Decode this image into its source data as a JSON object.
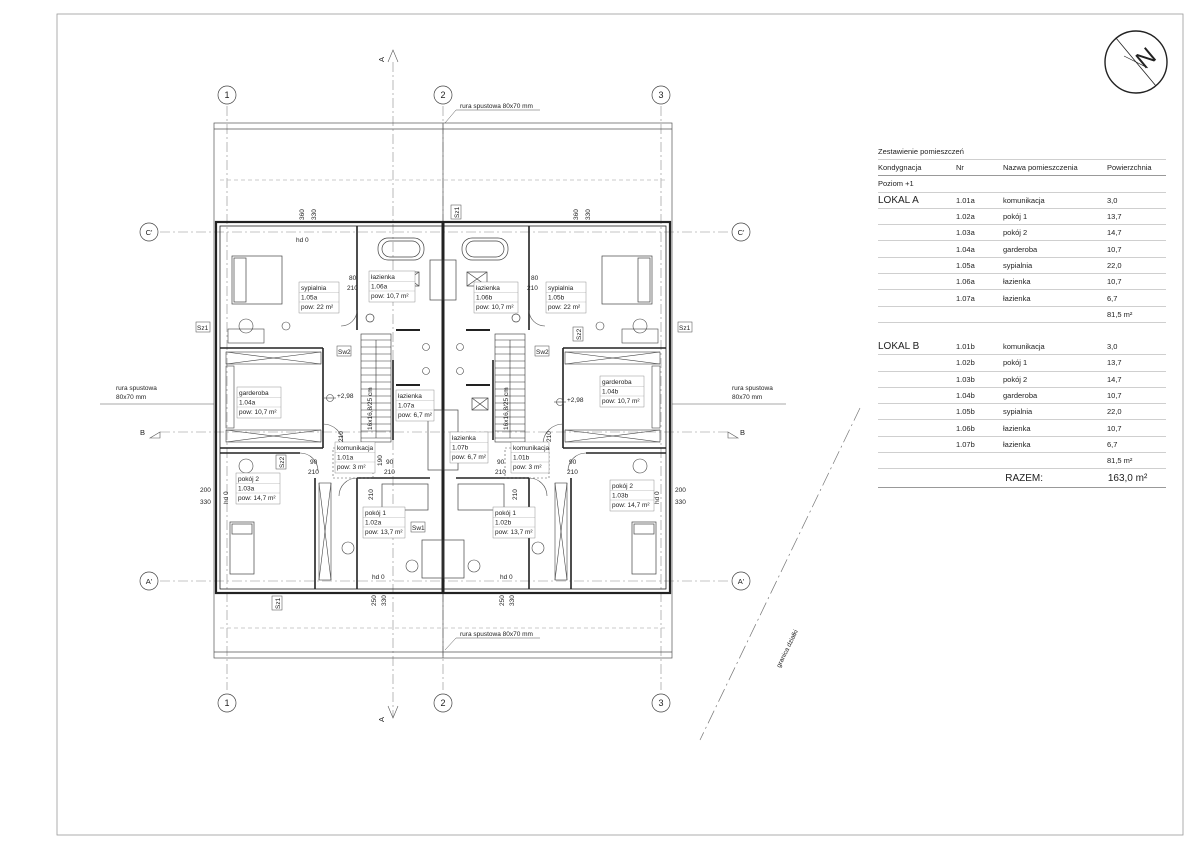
{
  "drawing": {
    "axis_letters_top": "A",
    "axis_letters_bottom": "A",
    "grid_numbers": [
      "1",
      "2",
      "3"
    ],
    "grid_letters": {
      "c": "C'",
      "a": "A'",
      "b": "B"
    },
    "pipe_top": "rura spustowa 80x70 mm",
    "pipe_bottom": "rura spustowa 80x70 mm",
    "pipe_side_1": "rura spustowa",
    "pipe_side_2": "80x70 mm",
    "boundary_label": "granica działki",
    "level_mark": "+2,98",
    "hd_label": "hd 0",
    "dims": {
      "d360": "360",
      "d330": "330",
      "d250": "250",
      "d200": "200",
      "d80": "80",
      "d90": "90",
      "d210": "210",
      "d190": "190"
    },
    "window_codes": {
      "sz1": "Sz1",
      "sz2": "Sz2",
      "sw1": "Sw1",
      "sw2": "Sw2"
    },
    "stair_note": "16x16,8/25 cm",
    "rooms": {
      "sypialnia_a": [
        "sypialnia",
        "1.05a",
        "pow: 22 m²"
      ],
      "lazienka_a": [
        "łazienka",
        "1.06a",
        "pow: 10,7 m²"
      ],
      "lazienka_b": [
        "łazienka",
        "1.06b",
        "pow: 10,7 m²"
      ],
      "sypialnia_b": [
        "sypialnia",
        "1.05b",
        "pow: 22 m²"
      ],
      "garderoba_a": [
        "garderoba",
        "1.04a",
        "pow: 10,7 m²"
      ],
      "garderoba_b": [
        "garderoba",
        "1.04b",
        "pow: 10,7 m²"
      ],
      "lazienka_a2": [
        "łazienka",
        "1.07a",
        "pow: 6,7 m²"
      ],
      "lazienka_b2": [
        "łazienka",
        "1.07b",
        "pow: 6,7 m²"
      ],
      "komunikacja_a": [
        "komunikacja",
        "1.01a",
        "pow: 3 m²"
      ],
      "komunikacja_b": [
        "komunikacja",
        "1.01b",
        "pow: 3 m²"
      ],
      "pokoj2_a": [
        "pokój 2",
        "1.03a",
        "pow: 14,7 m²"
      ],
      "pokoj2_b": [
        "pokój 2",
        "1.03b",
        "pow: 14,7 m²"
      ],
      "pokoj1_a": [
        "pokój 1",
        "1.02a",
        "pow: 13,7 m²"
      ],
      "pokoj1_b": [
        "pokój 1",
        "1.02b",
        "pow: 13,7 m²"
      ]
    }
  },
  "north_arrow": {
    "letter": "N"
  },
  "schedule": {
    "title": "Zestawienie pomieszczeń",
    "headers": [
      "Kondygnacja",
      "Nr",
      "Nazwa pomieszczenia",
      "Powierzchnia"
    ],
    "level": "Poziom +1",
    "lokal_a": "LOKAL A",
    "lokal_b": "LOKAL B",
    "rows_a": [
      [
        "1.01a",
        "komunikacja",
        "3,0"
      ],
      [
        "1.02a",
        "pokój 1",
        "13,7"
      ],
      [
        "1.03a",
        "pokój 2",
        "14,7"
      ],
      [
        "1.04a",
        "garderoba",
        "10,7"
      ],
      [
        "1.05a",
        "sypialnia",
        "22,0"
      ],
      [
        "1.06a",
        "łazienka",
        "10,7"
      ],
      [
        "1.07a",
        "łazienka",
        "6,7"
      ]
    ],
    "rows_b": [
      [
        "1.01b",
        "komunikacja",
        "3,0"
      ],
      [
        "1.02b",
        "pokój 1",
        "13,7"
      ],
      [
        "1.03b",
        "pokój 2",
        "14,7"
      ],
      [
        "1.04b",
        "garderoba",
        "10,7"
      ],
      [
        "1.05b",
        "sypialnia",
        "22,0"
      ],
      [
        "1.06b",
        "łazienka",
        "10,7"
      ],
      [
        "1.07b",
        "łazienka",
        "6,7"
      ]
    ],
    "subtotal_a": "81,5 m²",
    "subtotal_b": "81,5 m²",
    "total_label": "RAZEM:",
    "total_value": "163,0 m²"
  }
}
